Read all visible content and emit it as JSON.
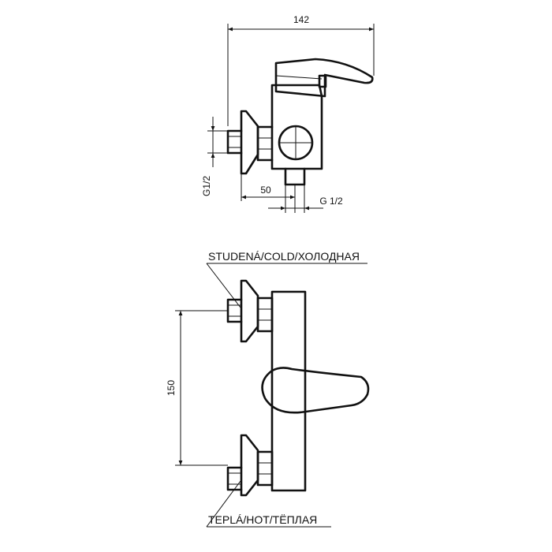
{
  "dimensions": {
    "overall_width": "142",
    "offset": "50",
    "thread_inlet": "G1/2",
    "thread_outlet": "G 1/2",
    "inlet_spacing": "150"
  },
  "labels": {
    "cold": "STUDENÁ/COLD/ХОЛОДНАЯ",
    "hot": "TEPLÁ/HOT/ТЁПЛАЯ"
  }
}
